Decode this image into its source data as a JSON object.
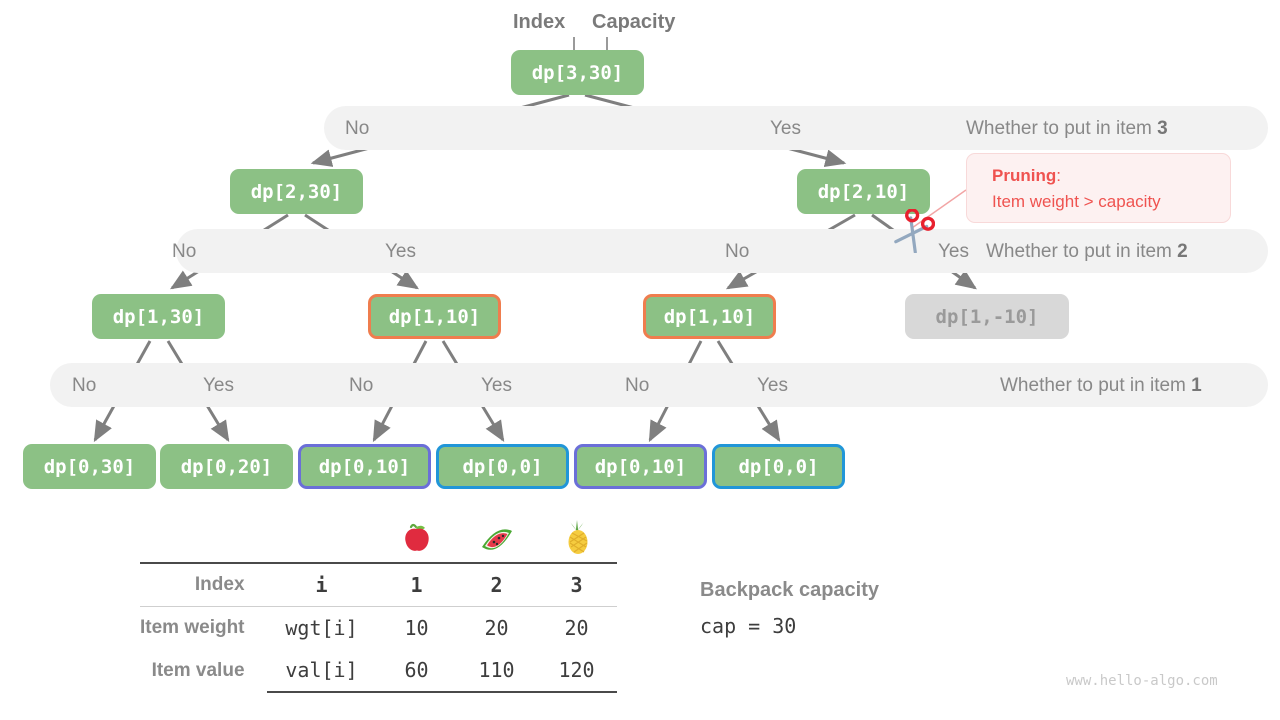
{
  "header": {
    "index_label": "Index",
    "capacity_label": "Capacity"
  },
  "root": {
    "label": "dp[3,30]"
  },
  "decision_rows": [
    {
      "title_prefix": "Whether to put in item ",
      "title_item": "3",
      "choices": [
        "No",
        "Yes"
      ]
    },
    {
      "title_prefix": "Whether to put in item ",
      "title_item": "2",
      "choices": [
        "No",
        "Yes",
        "No",
        "Yes"
      ]
    },
    {
      "title_prefix": "Whether to put in item ",
      "title_item": "1",
      "choices": [
        "No",
        "Yes",
        "No",
        "Yes",
        "No",
        "Yes"
      ]
    }
  ],
  "level2_nodes": [
    {
      "label": "dp[2,30]",
      "style": "plain"
    },
    {
      "label": "dp[2,10]",
      "style": "plain"
    }
  ],
  "level3_nodes": [
    {
      "label": "dp[1,30]",
      "style": "plain"
    },
    {
      "label": "dp[1,10]",
      "style": "orange"
    },
    {
      "label": "dp[1,10]",
      "style": "orange"
    },
    {
      "label": "dp[1,-10]",
      "style": "gray"
    }
  ],
  "leaf_nodes": [
    {
      "label": "dp[0,30]",
      "style": "plain"
    },
    {
      "label": "dp[0,20]",
      "style": "plain"
    },
    {
      "label": "dp[0,10]",
      "style": "purple"
    },
    {
      "label": "dp[0,0]",
      "style": "blue"
    },
    {
      "label": "dp[0,10]",
      "style": "purple"
    },
    {
      "label": "dp[0,0]",
      "style": "blue"
    }
  ],
  "pruning": {
    "title": "Pruning",
    "colon": ":",
    "detail": "Item weight > capacity",
    "icon": "scissors-icon"
  },
  "table": {
    "emojis": [
      "apple-emoji",
      "watermelon-emoji",
      "pineapple-emoji"
    ],
    "row_labels": [
      "Index",
      "Item weight",
      "Item value"
    ],
    "key_column": [
      "i",
      "wgt[i]",
      "val[i]"
    ],
    "rows": [
      [
        "1",
        "2",
        "3"
      ],
      [
        "10",
        "20",
        "20"
      ],
      [
        "60",
        "110",
        "120"
      ]
    ]
  },
  "capacity_note": {
    "title": "Backpack capacity",
    "value": "cap = 30"
  },
  "watermark": "www.hello-algo.com",
  "colors": {
    "node_green": "#8cc185",
    "node_gray": "#d8d8d8",
    "border_orange": "#ef7d4e",
    "border_purple": "#6b6fd8",
    "border_blue": "#2196d8",
    "bar_bg": "#f2f2f2",
    "edge_gray": "#7f7f7f",
    "prune_red": "#ef5350"
  }
}
